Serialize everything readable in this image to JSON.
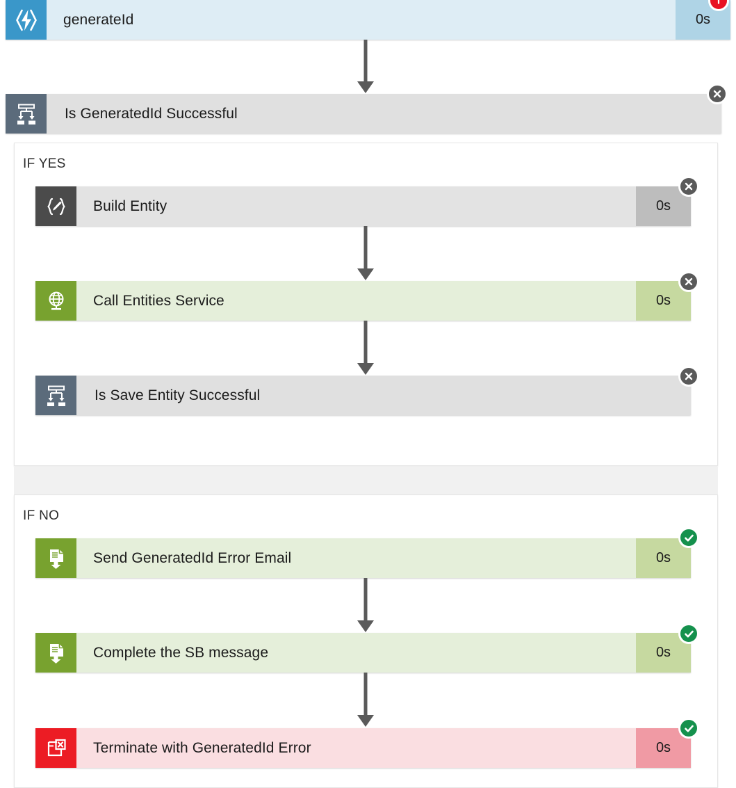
{
  "app": {
    "view": "logic-app-run-monitor"
  },
  "colors": {
    "trigger_body": "#deedf5",
    "trigger_icon": "#3a97c9",
    "trigger_duration": "#afd4e6",
    "skipped_body": "#e3e3e3",
    "skipped_icon": "#4b4b4b",
    "skipped_duration": "#bdbdbd",
    "succeeded_body": "#e5efda",
    "succeeded_icon": "#78a22f",
    "succeeded_duration": "#c6d9a0",
    "failed_body": "#fadee1",
    "failed_icon": "#ec1c24",
    "failed_duration": "#f09aa4",
    "condition_body": "#e0e0e0",
    "condition_icon": "#5b6b7b",
    "badge_skipped": "#5a5a5a",
    "badge_success": "#15914d",
    "badge_alert": "#e81123",
    "connector": "#5a5a5a"
  },
  "trigger": {
    "name": "generateId",
    "duration": "0s",
    "icon": "logic-apps-bolt-icon",
    "status": "alert"
  },
  "condition": {
    "name": "Is GeneratedId Successful",
    "icon": "condition-branch-icon",
    "status": "skipped",
    "yes_branch": {
      "label": "IF YES",
      "actions": [
        {
          "name": "Build Entity",
          "duration": "0s",
          "icon": "compose-braces-pencil-icon",
          "status": "skipped",
          "style": "gray"
        },
        {
          "name": "Call Entities Service",
          "duration": "0s",
          "icon": "http-globe-icon",
          "status": "skipped",
          "style": "green"
        },
        {
          "name": "Is Save Entity Successful",
          "duration": "",
          "icon": "condition-branch-icon",
          "status": "skipped",
          "style": "condition"
        }
      ]
    },
    "no_branch": {
      "label": "IF NO",
      "actions": [
        {
          "name": "Send GeneratedId Error Email",
          "duration": "0s",
          "icon": "service-bus-message-icon",
          "status": "success",
          "style": "green"
        },
        {
          "name": "Complete the SB message",
          "duration": "0s",
          "icon": "service-bus-message-icon",
          "status": "success",
          "style": "green"
        },
        {
          "name": "Terminate with GeneratedId Error",
          "duration": "0s",
          "icon": "terminate-window-x-icon",
          "status": "success",
          "style": "red"
        }
      ]
    }
  }
}
